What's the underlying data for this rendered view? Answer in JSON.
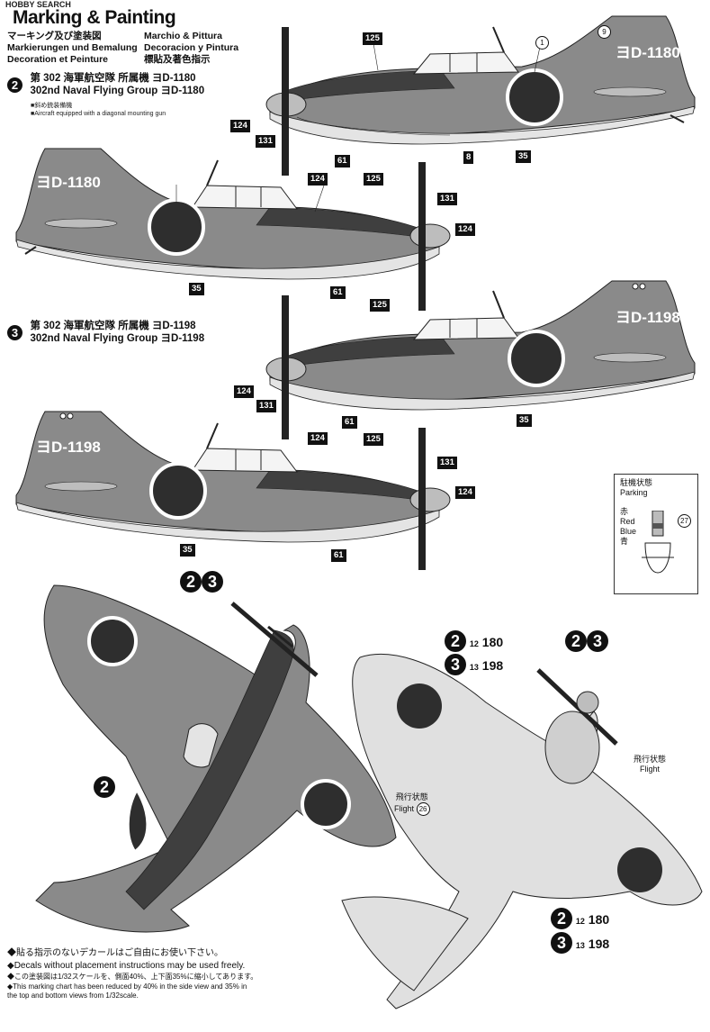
{
  "brand": "HOBBY SEARCH",
  "title": "Marking & Painting",
  "header": {
    "ja": "マーキング及び塗装図",
    "de": "Markierungen und Bemalung",
    "fr": "Decoration et Peinture",
    "it": "Marchio & Pittura",
    "es": "Decoracion y Pintura",
    "zh": "標貼及著色指示"
  },
  "scheme2": {
    "num": "2",
    "ja": "第 302 海軍航空隊  所属機  ヨD-1180",
    "en": "302nd Naval Flying Group  ヨD-1180",
    "note_ja": "■斜め銃装備機",
    "note_en": "■Aircraft equipped with a diagonal mounting gun",
    "serial": "ヨD-1180"
  },
  "scheme3": {
    "num": "3",
    "ja": "第 302 海軍航空隊  所属機  ヨD-1198",
    "en": "302nd Naval Flying Group  ヨD-1198",
    "serial": "ヨD-1198"
  },
  "legend": {
    "ja_parking": "駐機状態",
    "parking": "Parking",
    "red_ja": "赤",
    "red": "Red",
    "blue": "Blue",
    "blue_ja": "青",
    "ref": "27"
  },
  "flight": {
    "ja": "飛行状態",
    "en": "Flight",
    "ref": "26"
  },
  "bottom_codes": {
    "top_a_num": "2",
    "top_a_ref": "12",
    "top_a_val": "180",
    "top_b_num": "3",
    "top_b_ref": "13",
    "top_b_val": "198",
    "bot_a_num": "2",
    "bot_a_ref": "12",
    "bot_a_val": "180",
    "bot_b_num": "3",
    "bot_b_ref": "13",
    "bot_b_val": "198",
    "badge2": "2",
    "badge3": "3"
  },
  "notes": {
    "ja1": "◆貼る指示のないデカールはご自由にお使い下さい。",
    "en1": "◆Decals without placement instructions may be used freely.",
    "ja2": "◆この塗装図は1/32スケールを、側面40%、上下面35%に縮小してあります。",
    "en2a": "◆This marking chart has been reduced by 40% in the side view and 35% in",
    "en2b": "the top and bottom views from 1/32scale."
  },
  "colors": {
    "upper": "#3f3f3f",
    "lower": "#d2d2d2",
    "hinomaru": "#2e2e2e"
  }
}
